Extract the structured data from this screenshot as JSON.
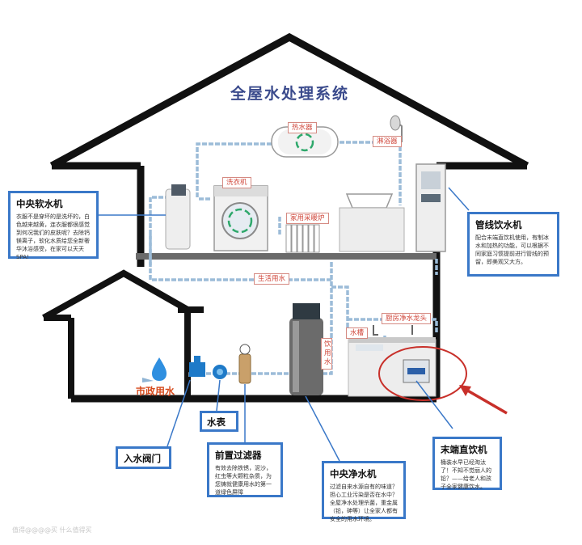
{
  "title": "全屋水处理系统",
  "tags": {
    "water_heater": "热水器",
    "shower": "淋浴器",
    "washing_machine": "洗衣机",
    "radiator": "家用采暖炉",
    "domestic_water": "生活用水",
    "kitchen_faucet": "厨房净水龙头",
    "sink": "水槽",
    "drinking_water": "饮用水"
  },
  "city_water_label": "市政用水",
  "callouts": {
    "softener": {
      "title": "中央软水机",
      "desc": "衣服不是穿坏的是洗坏的，白色越来越黄，连衣服都很感觉到何况我们的皮肤呢？去除钙镁离子，软化水质给您全新奢华沐浴感受，在家可以天天SPA!"
    },
    "pipeline": {
      "title": "管线饮水机",
      "desc": "配合末端直饮机使用，有制冰水和加热的功能，可以根据不同家庭习惯提前进行管线的预留，即美观又大方。"
    },
    "meter": {
      "title": "水表"
    },
    "inlet_valve": {
      "title": "入水阀门"
    },
    "prefilter": {
      "title": "前置过滤器",
      "desc": "有效去除铁锈，泥沙，红虫等大颗粒杂质，为您铸就健康用水的第一道绿色屏障"
    },
    "central_purifier": {
      "title": "中央净水机",
      "desc": "过滤自来水源自有的味道？担心工业污染是否在水中？全屋净水处理杀菌，重金属（铅，砷等）让全家人都有安全的用水环境。"
    },
    "terminal": {
      "title": "末端直饮机",
      "desc": "桶装水早已经淘汰了！不知不觉丽人的铅？——给老人和孩子全家健康饮水。"
    }
  },
  "watermark": "值得@@@@买 什么值得买",
  "colors": {
    "house_outline": "#111111",
    "pipe_cold": "#8fb4d4",
    "callout_border": "#3a78c8",
    "tag_text": "#d0463a",
    "title_text": "#3a4a8c",
    "highlight": "#c8302a",
    "city_water_text": "#d64a1c"
  },
  "icons": [
    "water-drop-icon"
  ]
}
